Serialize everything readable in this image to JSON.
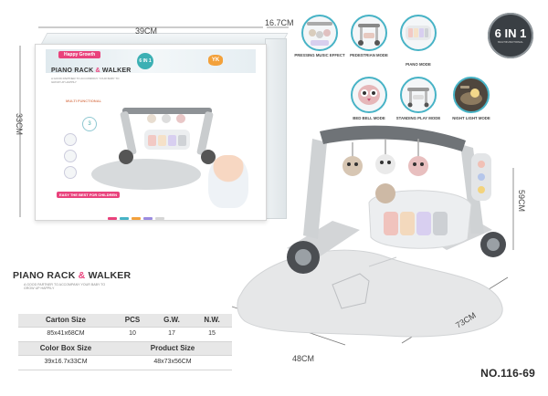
{
  "box": {
    "width_label": "39CM",
    "depth_label": "16.7CM",
    "height_label": "33CM",
    "brand_tag": "Happy Growth",
    "title_left": "PIANO RACK",
    "title_amp": "&",
    "title_right": "WALKER",
    "subtitle": "A GOOD PARTNER TO ACCOMPANY YOUR BABY TO GROW UP HAPPILY",
    "multi_label": "MULTI FUNCTIONAL",
    "badge_label": "6 IN 1",
    "logo_label": "YK",
    "three_in_one": "3",
    "easy_label": "EASY",
    "easy_sub": "THE BEST FOR CHILDREN",
    "accent_colors": [
      "#e9427c",
      "#47b3c6",
      "#f3a13b",
      "#9b8be0",
      "#d6d6d6"
    ]
  },
  "features": [
    {
      "label": "PRESSING MUSIC EFFECT",
      "icon": "music-mobile-icon"
    },
    {
      "label": "PEDESTRIAN MODE",
      "icon": "walker-icon"
    },
    {
      "label": "PIANO MODE",
      "icon": "piano-icon"
    },
    {
      "label": "BED BELL MODE",
      "icon": "owl-bell-icon"
    },
    {
      "label": "STANDING PLAY MODE",
      "icon": "standing-play-icon"
    },
    {
      "label": "NIGHT LIGHT MODE",
      "icon": "night-light-icon"
    }
  ],
  "six_in_one": {
    "big": "6 IN 1",
    "small": "MULTIFUNCTIONAL"
  },
  "product": {
    "name_left": "PIANO RACK",
    "name_amp": "&",
    "name_right": "WALKER",
    "subtitle": "A GOOD PARTNER TO ACCOMPANY YOUR BABY TO GROW UP HAPPILY",
    "width_label": "48CM",
    "depth_label": "73CM",
    "height_label": "59CM"
  },
  "spec_table": {
    "headers_top": [
      "Carton Size",
      "PCS",
      "G.W.",
      "N.W."
    ],
    "values_top": [
      "85x41x68CM",
      "10",
      "17",
      "15"
    ],
    "headers_bottom": [
      "Color Box Size",
      "Product Size"
    ],
    "values_bottom": [
      "39x16.7x33CM",
      "48x73x56CM"
    ]
  },
  "model_number": "NO.116-69"
}
